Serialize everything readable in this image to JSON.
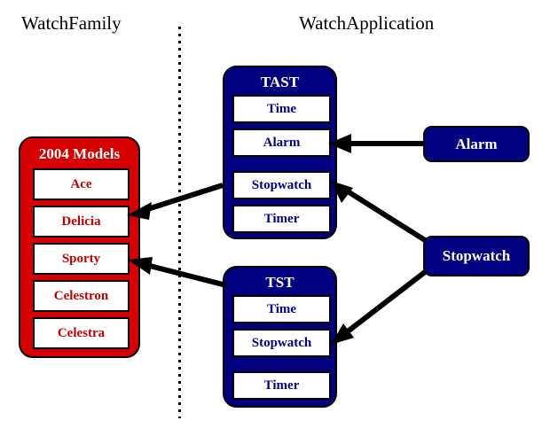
{
  "diagram": {
    "headings": {
      "left": "WatchFamily",
      "right": "WatchApplication"
    },
    "divider": {
      "style": "dotted-vertical"
    },
    "colors": {
      "family_fill": "#d60000",
      "family_text": "#c00000",
      "application_fill": "#000080",
      "application_text": "#000080",
      "row_fill": "#ffffff",
      "outline": "#000000",
      "title_text": "#ffffff",
      "arrow": "#000000",
      "background": "#ffffff"
    },
    "family_group": {
      "title": "2004 Models",
      "items": [
        {
          "label": "Ace"
        },
        {
          "label": "Delicia"
        },
        {
          "label": "Sporty"
        },
        {
          "label": "Celestron"
        },
        {
          "label": "Celestra"
        }
      ]
    },
    "application_groups": [
      {
        "id": "tast",
        "title": "TAST",
        "items": [
          {
            "label": "Time"
          },
          {
            "label": "Alarm"
          },
          {
            "label": "Stopwatch"
          },
          {
            "label": "Timer"
          }
        ]
      },
      {
        "id": "tst",
        "title": "TST",
        "items": [
          {
            "label": "Time"
          },
          {
            "label": "Stopwatch"
          },
          {
            "label": "Timer"
          }
        ]
      }
    ],
    "application_boxes": [
      {
        "id": "alarm",
        "label": "Alarm"
      },
      {
        "id": "stopwatch",
        "label": "Stopwatch"
      }
    ],
    "connections": [
      {
        "id": "tast-stopwatch-to-delicia",
        "from": "TAST.Stopwatch",
        "to": "2004 Models.Delicia"
      },
      {
        "id": "tst-to-sporty",
        "from": "TST",
        "to": "2004 Models.Sporty"
      },
      {
        "id": "alarm-to-tast-alarm",
        "from": "Alarm",
        "to": "TAST.Alarm"
      },
      {
        "id": "stopwatch-to-tast-stopwatch",
        "from": "Stopwatch",
        "to": "TAST.Stopwatch"
      },
      {
        "id": "stopwatch-to-tst-stopwatch",
        "from": "Stopwatch",
        "to": "TST.Stopwatch"
      }
    ]
  }
}
